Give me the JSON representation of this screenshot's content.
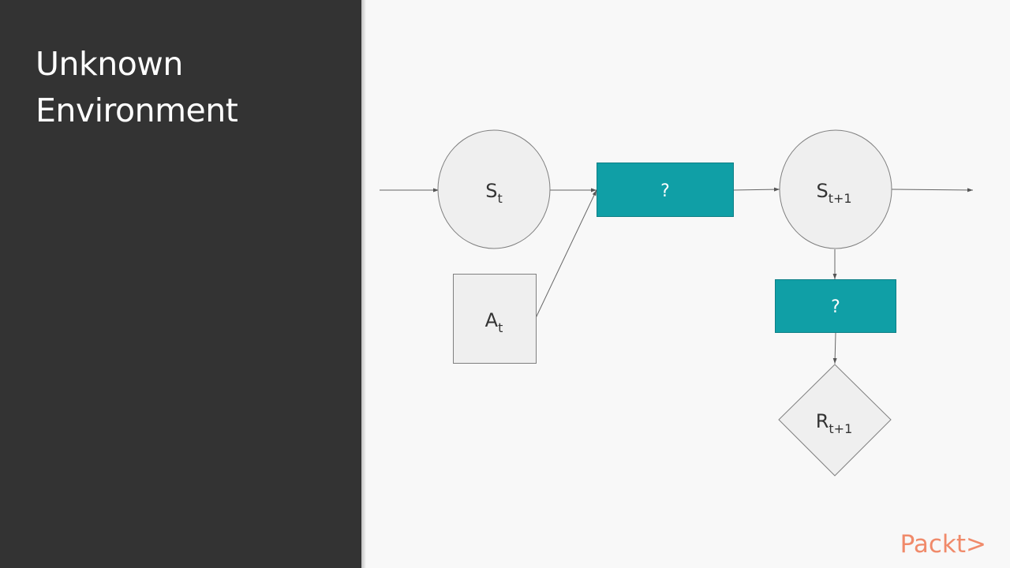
{
  "slide": {
    "title_line1": "Unknown",
    "title_line2": "Environment"
  },
  "diagram": {
    "state_t": {
      "base": "S",
      "sub": "t"
    },
    "action_t": {
      "base": "A",
      "sub": "t"
    },
    "state_t1": {
      "base": "S",
      "sub": "t+1"
    },
    "reward_t1": {
      "base": "R",
      "sub": "t+1"
    },
    "transition_box": {
      "label": "?"
    },
    "reward_box": {
      "label": "?"
    }
  },
  "colors": {
    "panel": "#333333",
    "background": "#f8f8f8",
    "node_fill": "#efefef",
    "box_fill": "#109fa6",
    "logo": "#f08a6a"
  },
  "logo": {
    "text": "Packt>"
  }
}
